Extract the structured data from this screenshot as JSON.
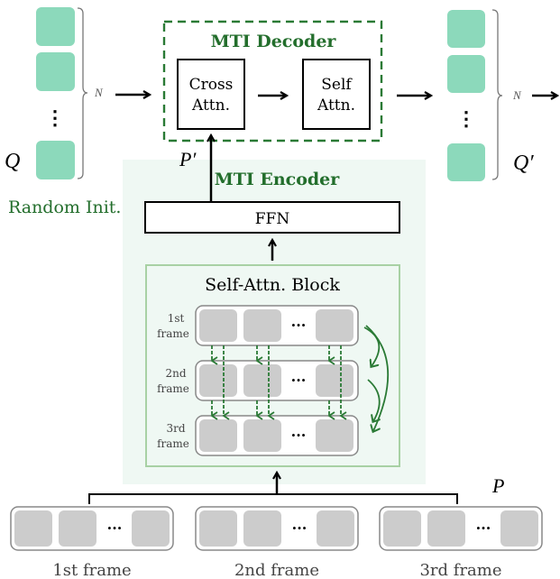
{
  "colors": {
    "query_token": "#8cd9bb",
    "frame_token": "#cccccc",
    "green_dark": "#2a7a35",
    "green_text": "#236e2c",
    "encoder_bg": "#eff8f3",
    "block_border": "#a8d1a4",
    "text_gray": "#444444"
  },
  "input_queries": {
    "label": "Q",
    "count_label": "N",
    "ellipsis": "⋮",
    "caption": "Random Init."
  },
  "output_queries": {
    "label": "Q′",
    "count_label": "N",
    "ellipsis": "⋮"
  },
  "decoder": {
    "title": "MTI Decoder",
    "cross_attn": [
      "Cross",
      "Attn."
    ],
    "self_attn": [
      "Self",
      "Attn."
    ]
  },
  "encoder": {
    "title": "MTI Encoder",
    "output_label": "P′",
    "ffn_label": "FFN",
    "block_title": "Self-Attn. Block",
    "rows": [
      {
        "label": [
          "1st",
          "frame"
        ],
        "ellipsis": "···"
      },
      {
        "label": [
          "2nd",
          "frame"
        ],
        "ellipsis": "···"
      },
      {
        "label": [
          "3rd",
          "frame"
        ],
        "ellipsis": "···"
      }
    ]
  },
  "input_frames": {
    "label": "P",
    "frames": [
      {
        "caption": "1st frame",
        "ellipsis": "···"
      },
      {
        "caption": "2nd frame",
        "ellipsis": "···"
      },
      {
        "caption": "3rd frame",
        "ellipsis": "···"
      }
    ]
  }
}
